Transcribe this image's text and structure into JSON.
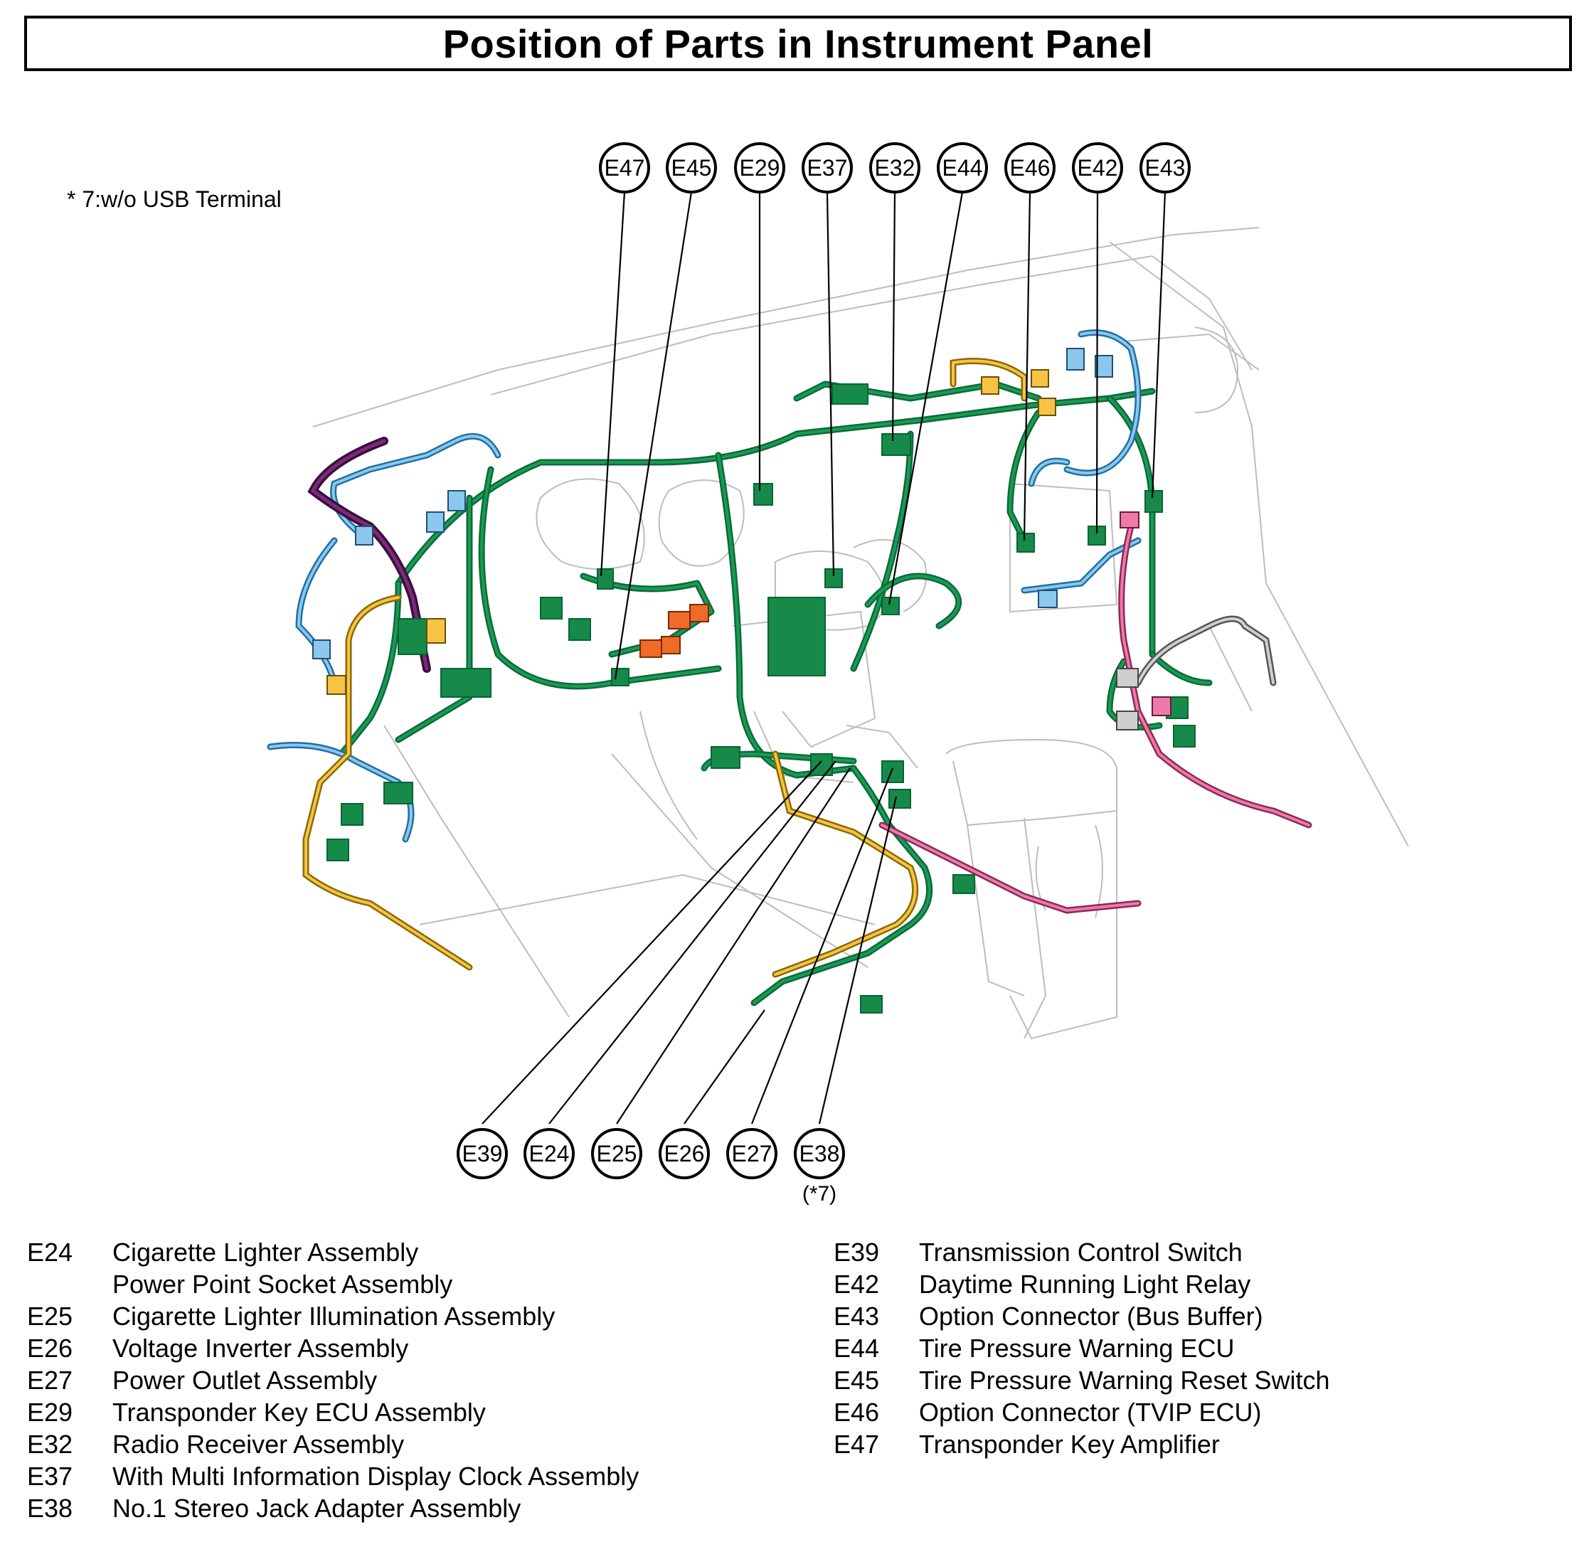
{
  "title": "Position of Parts in Instrument Panel",
  "footnote": "* 7:w/o USB Terminal",
  "callouts_top": [
    "E47",
    "E45",
    "E29",
    "E37",
    "E32",
    "E44",
    "E46",
    "E42",
    "E43"
  ],
  "callouts_bottom": [
    "E39",
    "E24",
    "E25",
    "E26",
    "E27",
    "E38"
  ],
  "callout_e38_note": "(*7)",
  "legend_left": [
    {
      "code": "E24",
      "name": "Cigarette Lighter Assembly"
    },
    {
      "code": "",
      "name": "Power Point Socket Assembly"
    },
    {
      "code": "E25",
      "name": "Cigarette Lighter Illumination Assembly"
    },
    {
      "code": "E26",
      "name": "Voltage Inverter Assembly"
    },
    {
      "code": "E27",
      "name": "Power Outlet Assembly"
    },
    {
      "code": "E29",
      "name": "Transponder Key ECU Assembly"
    },
    {
      "code": "E32",
      "name": "Radio Receiver Assembly"
    },
    {
      "code": "E37",
      "name": "With Multi Information Display Clock Assembly"
    },
    {
      "code": "E38",
      "name": "No.1 Stereo Jack Adapter Assembly"
    }
  ],
  "legend_right": [
    {
      "code": "E39",
      "name": "Transmission Control Switch"
    },
    {
      "code": "E42",
      "name": "Daytime Running Light Relay"
    },
    {
      "code": "E43",
      "name": "Option Connector (Bus Buffer)"
    },
    {
      "code": "E44",
      "name": "Tire Pressure Warning ECU"
    },
    {
      "code": "E45",
      "name": "Tire Pressure Warning Reset Switch"
    },
    {
      "code": "E46",
      "name": "Option Connector (TVIP ECU)"
    },
    {
      "code": "E47",
      "name": "Transponder Key Amplifier"
    }
  ],
  "colors": {
    "harness_green": "#1a9a55",
    "harness_blue": "#8cc8ee",
    "harness_yellow": "#f6c445",
    "harness_pink": "#ee7aa8",
    "harness_purple": "#7a2a7a",
    "harness_grey": "#cfcfcf",
    "connector_orange": "#f06a2a"
  }
}
